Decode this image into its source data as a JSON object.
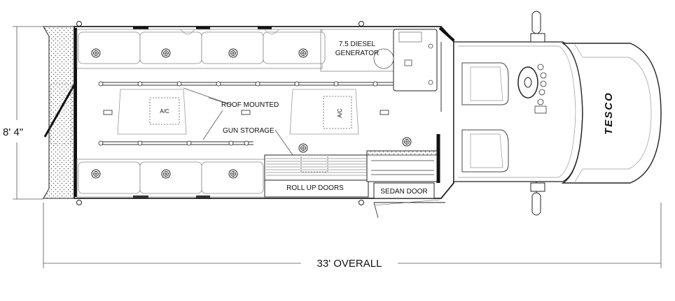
{
  "diagram": {
    "overall_length_label": "33' OVERALL",
    "width_label": "8' 4\"",
    "labels": {
      "generator": [
        "7.5 DIESEL",
        "GENERATOR"
      ],
      "roof_mounted": "ROOF MOUNTED",
      "gun_storage": "GUN STORAGE",
      "roll_up_doors": "ROLL UP DOORS",
      "sedan_door": "SEDAN DOOR",
      "ac_front": "A/C",
      "ac_rear": "A/C",
      "brand": "TESCO"
    },
    "colors": {
      "line": "#222222",
      "hatch": "#888888",
      "background": "#ffffff"
    }
  }
}
